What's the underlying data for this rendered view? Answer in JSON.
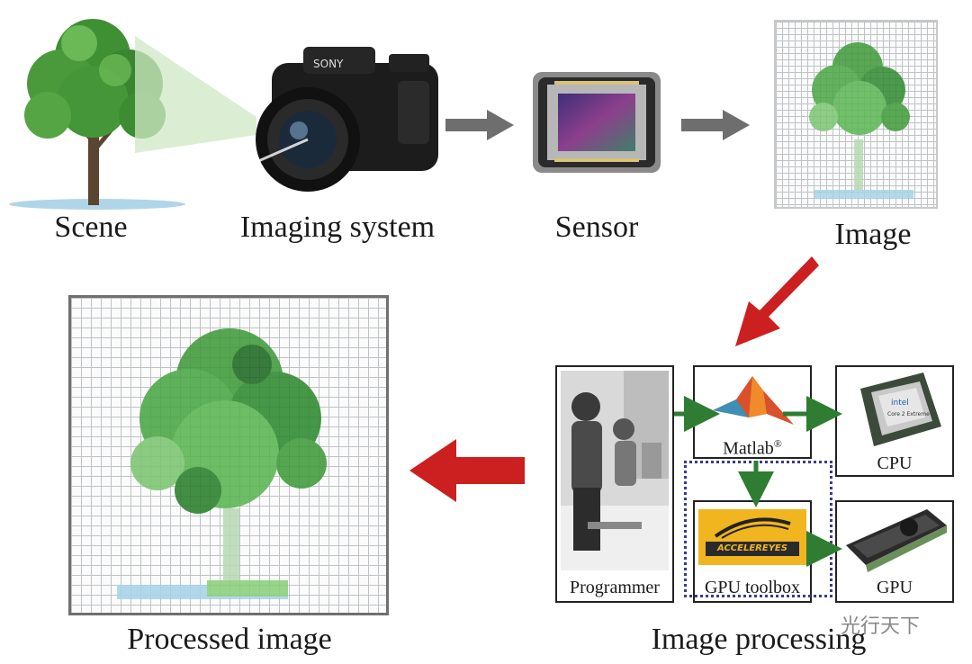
{
  "stages": {
    "scene": "Scene",
    "imaging_system": "Imaging system",
    "sensor": "Sensor",
    "image": "Image",
    "image_processing": "Image processing",
    "processed_image": "Processed image"
  },
  "processing": {
    "programmer": "Programmer",
    "matlab": "Matlab",
    "matlab_mark": "®",
    "gpu_toolbox": "GPU toolbox",
    "cpu": "CPU",
    "gpu": "GPU",
    "accelereyes_logo": "ACCELEREYES",
    "camera_brand": "SONY",
    "cpu_brand": "intel",
    "cpu_model": "Core 2 Extreme"
  },
  "watermark": "光行天下",
  "colors": {
    "red_arrow": "#cc1f1f",
    "gray_arrow": "#6e6e6e",
    "green_arrow": "#2e7d32",
    "dotted_box": "#3a3a8c",
    "tree_green": "#3f9a3a"
  }
}
